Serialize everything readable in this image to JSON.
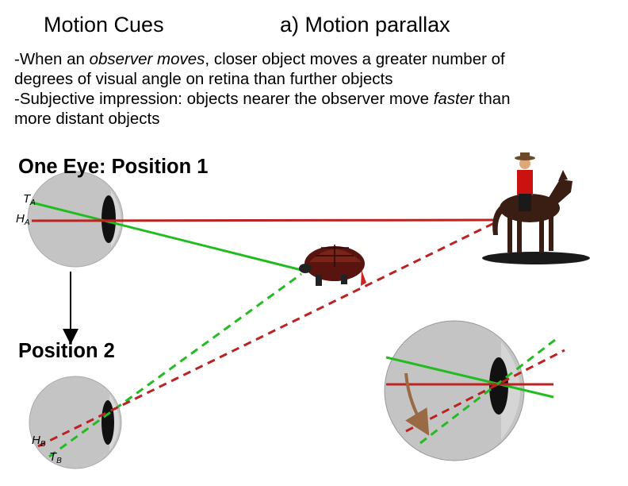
{
  "header": {
    "title": "Motion Cues",
    "subtitle": "a) Motion parallax"
  },
  "description": {
    "line1": {
      "a": "-When an ",
      "b": "observer moves",
      "c": ", closer object moves a greater number of"
    },
    "line2": "degrees of visual angle on retina than further objects",
    "line3": {
      "a": "-Subjective impression: objects nearer the observer move ",
      "b": "faster",
      "c": " than"
    },
    "line4": "more distant objects"
  },
  "diagram": {
    "position1_label": "One Eye: Position 1",
    "position2_label": "Position 2",
    "labels": {
      "t_a": {
        "main": "T",
        "sub": "A"
      },
      "h_a": {
        "main": "H",
        "sub": "A"
      },
      "h_b": {
        "main": "H",
        "sub": "B"
      },
      "t_b": {
        "main": "T",
        "sub": "B"
      }
    },
    "colors": {
      "turtle_line": "#22bb22",
      "horse_line": "#bb2222",
      "eye_gray": "#c4c4c4",
      "pupil": "#111111",
      "horse_brown": "#3a1e14",
      "rider_red": "#cc1111",
      "turtle_shell": "#5a1410",
      "arrow_tan": "#9a6a45"
    },
    "icons": [
      "eye-icon",
      "horse-rider-icon",
      "turtle-icon",
      "arrow-down-icon"
    ]
  }
}
